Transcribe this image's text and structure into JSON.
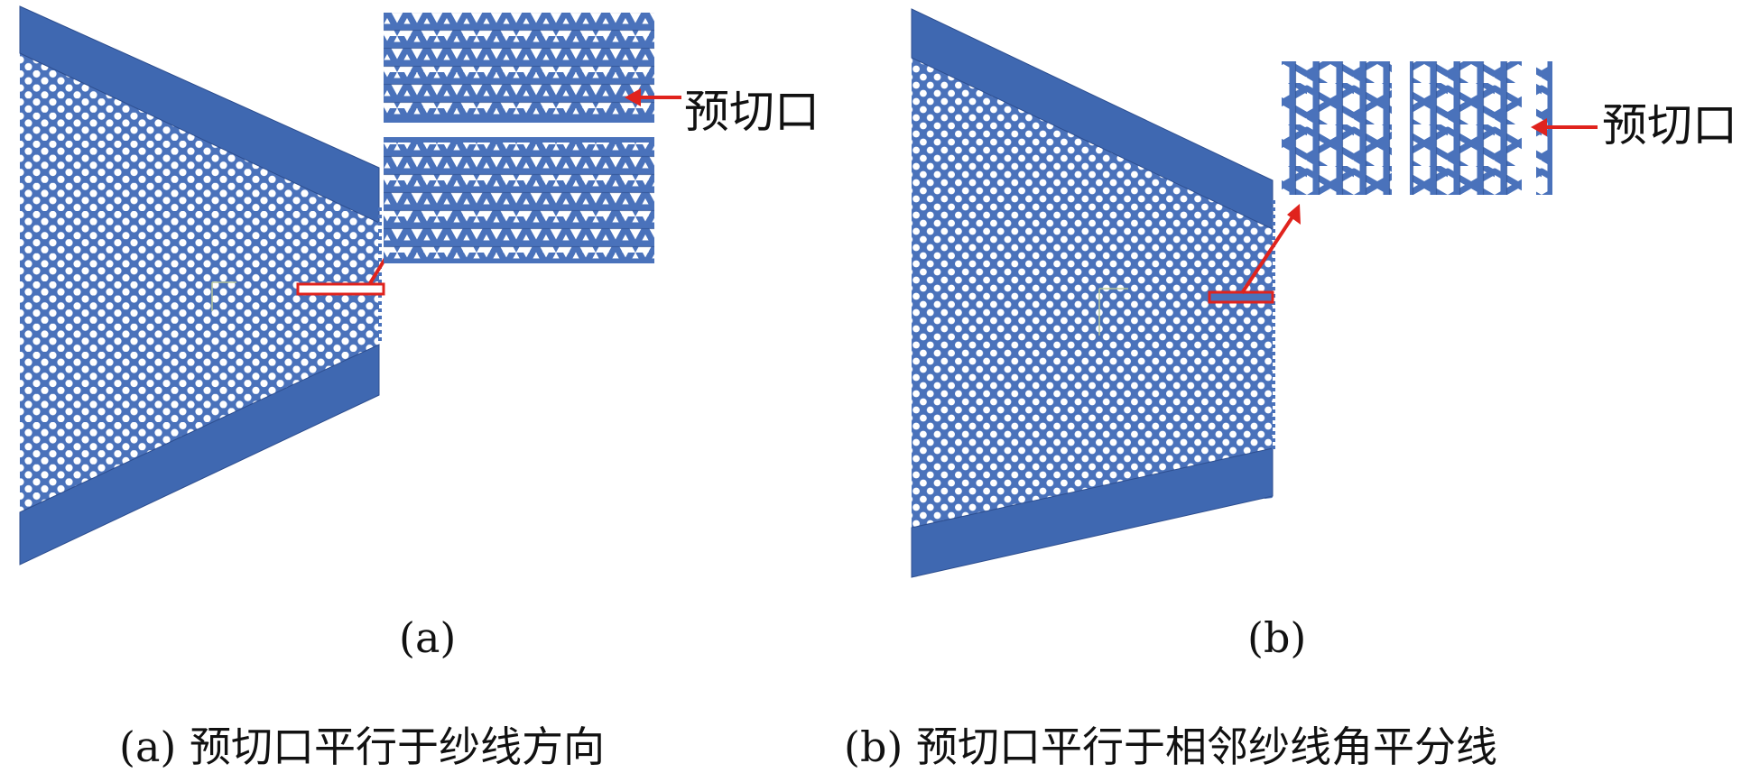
{
  "panels": {
    "a": {
      "sublabel": "(a)",
      "callout": "预切口",
      "caption": "(a) 预切口平行于纱线方向"
    },
    "b": {
      "sublabel": "(b)",
      "callout": "预切口",
      "caption": "(b) 预切口平行于相邻纱线角平分线"
    }
  },
  "colors": {
    "fabric_blue": "#4a72bb",
    "grip_blue": "#3f68b1",
    "yarn_edge": "#2d4e8f",
    "marker_red": "#e0231d"
  }
}
